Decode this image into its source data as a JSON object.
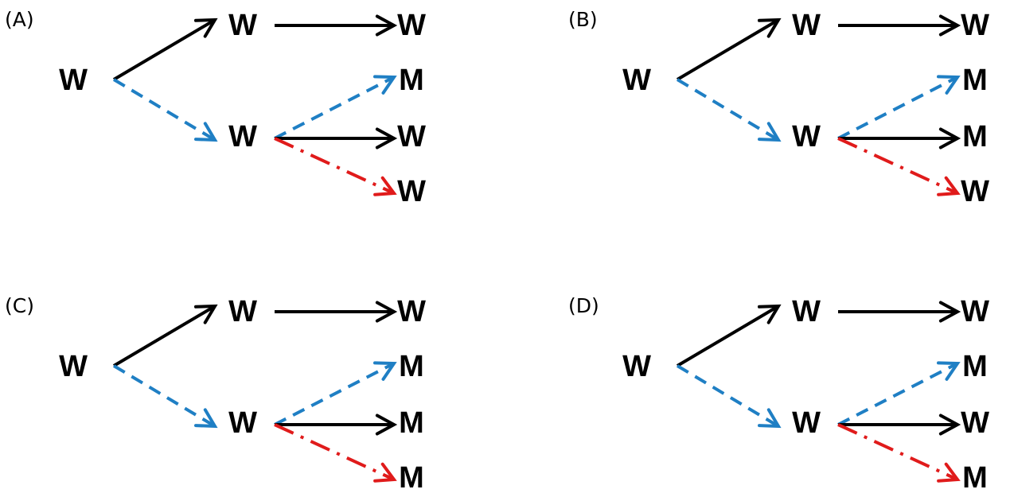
{
  "colors": {
    "solid": "#000000",
    "dashed": "#1f7fc4",
    "dashdot": "#e01b1b",
    "background": "#ffffff"
  },
  "panels": [
    {
      "label": "(A)",
      "nodes": {
        "root": "W",
        "upper": "W",
        "lower": "W",
        "out1": "W",
        "out2": "M",
        "out3": "W",
        "out4": "W"
      }
    },
    {
      "label": "(B)",
      "nodes": {
        "root": "W",
        "upper": "W",
        "lower": "W",
        "out1": "W",
        "out2": "M",
        "out3": "M",
        "out4": "W"
      }
    },
    {
      "label": "(C)",
      "nodes": {
        "root": "W",
        "upper": "W",
        "lower": "W",
        "out1": "W",
        "out2": "M",
        "out3": "M",
        "out4": "M"
      }
    },
    {
      "label": "(D)",
      "nodes": {
        "root": "W",
        "upper": "W",
        "lower": "W",
        "out1": "W",
        "out2": "M",
        "out3": "W",
        "out4": "M"
      }
    }
  ]
}
